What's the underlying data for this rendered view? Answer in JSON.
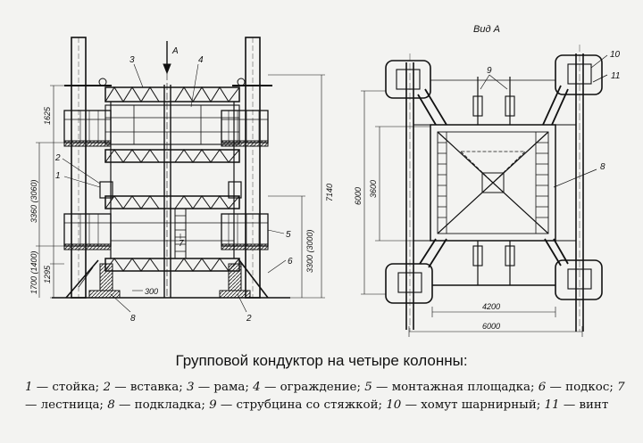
{
  "left_view": {
    "arrow_label": "А",
    "callouts": [
      "1",
      "2",
      "3",
      "4",
      "5",
      "6",
      "7",
      "8",
      "2"
    ],
    "dims_left": [
      "1625",
      "3360 (3060)",
      "1700 (1400)",
      "1295"
    ],
    "dims_right": [
      "7140",
      "3300 (3000)"
    ],
    "dim_bottom": "300"
  },
  "right_view": {
    "title": "Вид А",
    "callouts": [
      "9",
      "10",
      "11",
      "8"
    ],
    "dims_left": [
      "6000",
      "3600"
    ],
    "dims_bottom": [
      "4200",
      "6000"
    ]
  },
  "caption": {
    "title": "Групповой кондуктор на четыре колонны:",
    "legend": [
      {
        "n": "1",
        "t": "стойка;"
      },
      {
        "n": "2",
        "t": "вставка;"
      },
      {
        "n": "3",
        "t": "рама;"
      },
      {
        "n": "4",
        "t": "ограждение;"
      },
      {
        "n": "5",
        "t": "монтажная площадка;"
      },
      {
        "n": "6",
        "t": "подкос;"
      },
      {
        "n": "7",
        "t": "лестница;"
      },
      {
        "n": "8",
        "t": "подкладка;"
      },
      {
        "n": "9",
        "t": "струбцина со стяжкой;"
      },
      {
        "n": "10",
        "t": "хомут шарнирный;"
      },
      {
        "n": "11",
        "t": "винт"
      }
    ]
  }
}
